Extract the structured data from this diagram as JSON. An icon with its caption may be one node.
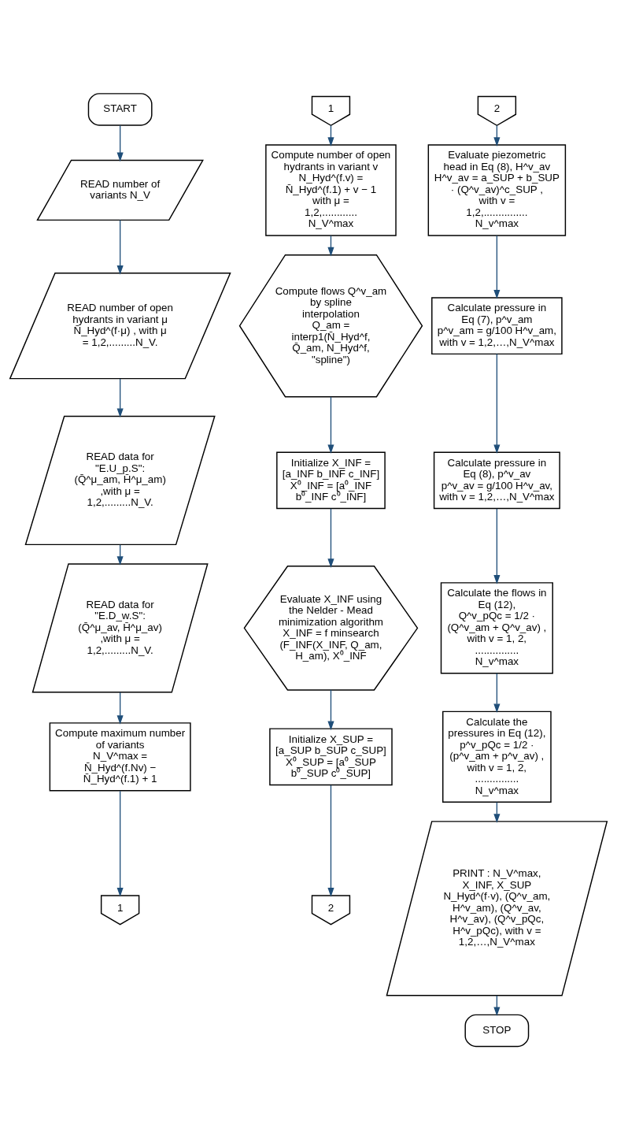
{
  "diagram": {
    "nodes": [
      {
        "text": [
          "START"
        ]
      },
      {
        "text": [
          "READ number of variants N_V"
        ]
      },
      {
        "text": [
          "READ number of open hydrants in variant μ",
          "N̄_Hyd^(f·μ) , with μ = 1,2,.........N_V."
        ]
      },
      {
        "text": [
          "READ data for \"E.U_p.S\":",
          "(Q̄^μ_am, H̄^μ_am) ,with μ = 1,2,.........N_V."
        ]
      },
      {
        "text": [
          "READ data for \"E.D_w.S\":",
          "(Q̄^μ_av, H̄^μ_av) ,with μ = 1,2,.........N_V."
        ]
      },
      {
        "text": [
          "Compute maximum number of variants",
          "N_V^max = N̄_Hyd^(f.Nv) − N̄_Hyd^(f.1) + 1"
        ]
      },
      {
        "text": [
          "1"
        ]
      },
      {
        "text": [
          "1"
        ]
      },
      {
        "text": [
          "Compute number of open hydrants in variant v",
          "N_Hyd^(f.v) = N̄_Hyd^(f.1) + v − 1 with μ = 1,2,............ N_V^max"
        ]
      },
      {
        "text": [
          "Compute flows Q^v_am by spline interpolation",
          "Q_am = interp1(N̄_Hyd^f, Q̄_am, N_Hyd^f, \"spline\")"
        ]
      },
      {
        "text": [
          "Initialize X_INF = [a_INF b_INF c_INF]",
          "X⁰_INF = [a⁰_INF b⁰_INF c⁰_INF]"
        ]
      },
      {
        "text": [
          "Evaluate X_INF using the Nelder - Mead minimization algorithm",
          "X_INF = f minsearch (F_INF(X_INF, Q_am, H_am), X⁰_INF"
        ]
      },
      {
        "text": [
          "Initialize X_SUP = [a_SUP b_SUP c_SUP]",
          "X⁰_SUP = [a⁰_SUP b⁰_SUP c⁰_SUP]"
        ]
      },
      {
        "text": [
          "2"
        ]
      },
      {
        "text": [
          "2"
        ]
      },
      {
        "text": [
          "Evaluate piezometric head in Eq (8), H^v_av",
          "H^v_av = a_SUP + b_SUP · (Q^v_av)^c_SUP , with v = 1,2,............... N_v^max"
        ]
      },
      {
        "text": [
          "Calculate pressure in Eq (7), p^v_am",
          "p^v_am = g/100 H^v_am, with v = 1,2,…,N_V^max"
        ]
      },
      {
        "text": [
          "Calculate pressure in Eq (8), p^v_av",
          "p^v_av = g/100 H^v_av, with v = 1,2,…,N_V^max"
        ]
      },
      {
        "text": [
          "Calculate the flows in Eq (12),",
          "Q^v_pQc = 1/2 · (Q^v_am + Q^v_av) , with v = 1, 2, ............... N_v^max"
        ]
      },
      {
        "text": [
          "Calculate the pressures in Eq (12),",
          "p^v_pQc = 1/2 · (p^v_am + p^v_av) , with v = 1, 2, ............... N_v^max"
        ]
      },
      {
        "text": [
          "PRINT : N_V^max, X_INF, X_SUP N_Hyd^(f·v), (Q^v_am, H^v_am), (Q^v_av, H^v_av), (Q^v_pQc, H^v_pQc), with v = 1,2,…,N_V^max"
        ]
      },
      {
        "text": [
          "STOP"
        ]
      }
    ],
    "edges": [
      {
        "from": 0,
        "to": 1,
        "arrow": "to"
      },
      {
        "from": 1,
        "to": 2,
        "arrow": "to"
      },
      {
        "from": 2,
        "to": 3,
        "arrow": "to"
      },
      {
        "from": 3,
        "to": 4,
        "arrow": "to"
      },
      {
        "from": 4,
        "to": 5,
        "arrow": "to"
      },
      {
        "from": 5,
        "to": 6,
        "arrow": "to"
      },
      {
        "from": 7,
        "to": 8,
        "arrow": "to"
      },
      {
        "from": 8,
        "to": 9,
        "arrow": "to"
      },
      {
        "from": 9,
        "to": 10,
        "arrow": "to"
      },
      {
        "from": 10,
        "to": 11,
        "arrow": "to"
      },
      {
        "from": 11,
        "to": 12,
        "arrow": "to"
      },
      {
        "from": 12,
        "to": 13,
        "arrow": "to"
      },
      {
        "from": 14,
        "to": 15,
        "arrow": "to"
      },
      {
        "from": 15,
        "to": 16,
        "arrow": "to"
      },
      {
        "from": 16,
        "to": 17,
        "arrow": "to"
      },
      {
        "from": 17,
        "to": 18,
        "arrow": "to"
      },
      {
        "from": 18,
        "to": 19,
        "arrow": "to"
      },
      {
        "from": 19,
        "to": 20,
        "arrow": "to"
      },
      {
        "from": 20,
        "to": 21,
        "arrow": "to"
      }
    ]
  }
}
